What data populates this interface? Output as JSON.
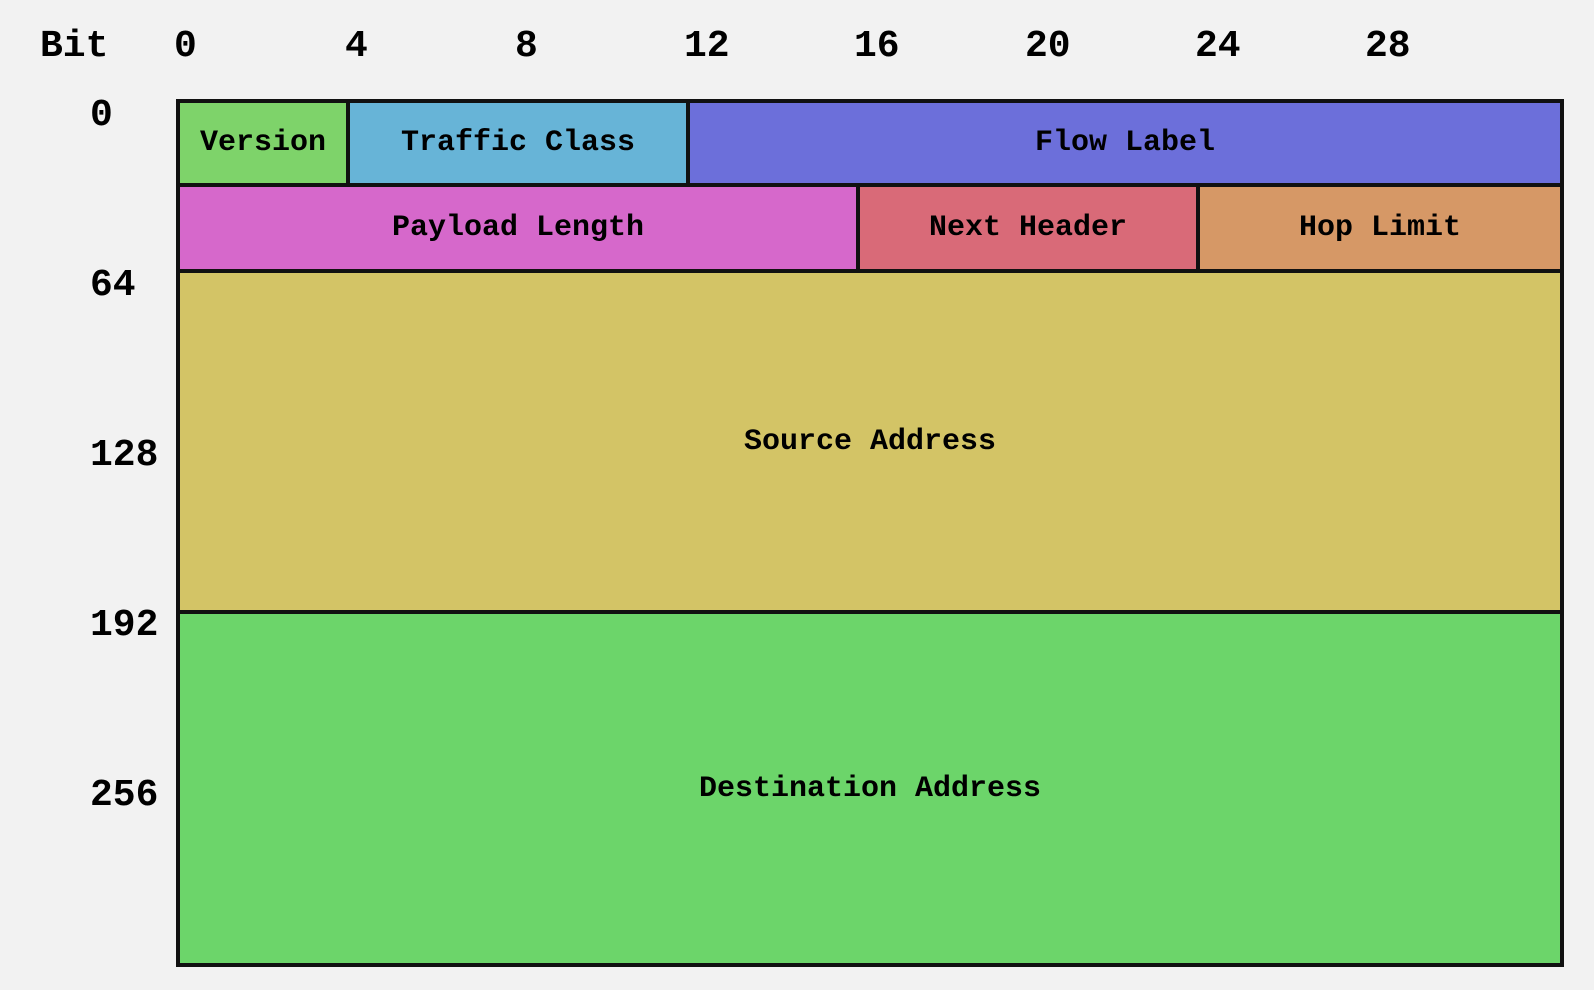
{
  "axis": {
    "title": "Bit",
    "columns": [
      "0",
      "4",
      "8",
      "12",
      "16",
      "20",
      "24",
      "28"
    ],
    "rows": [
      "0",
      "64",
      "128",
      "192",
      "256"
    ]
  },
  "fields": {
    "version": {
      "label": "Version",
      "color": "#7ed36a"
    },
    "traffic_class": {
      "label": "Traffic Class",
      "color": "#67b4d7"
    },
    "flow_label": {
      "label": "Flow Label",
      "color": "#6c6fda"
    },
    "payload_length": {
      "label": "Payload Length",
      "color": "#d668cb"
    },
    "next_header": {
      "label": "Next Header",
      "color": "#d96a78"
    },
    "hop_limit": {
      "label": "Hop Limit",
      "color": "#d69866"
    },
    "source_address": {
      "label": "Source Address",
      "color": "#d3c466"
    },
    "destination_address": {
      "label": "Destination Address",
      "color": "#6cd56a"
    }
  }
}
